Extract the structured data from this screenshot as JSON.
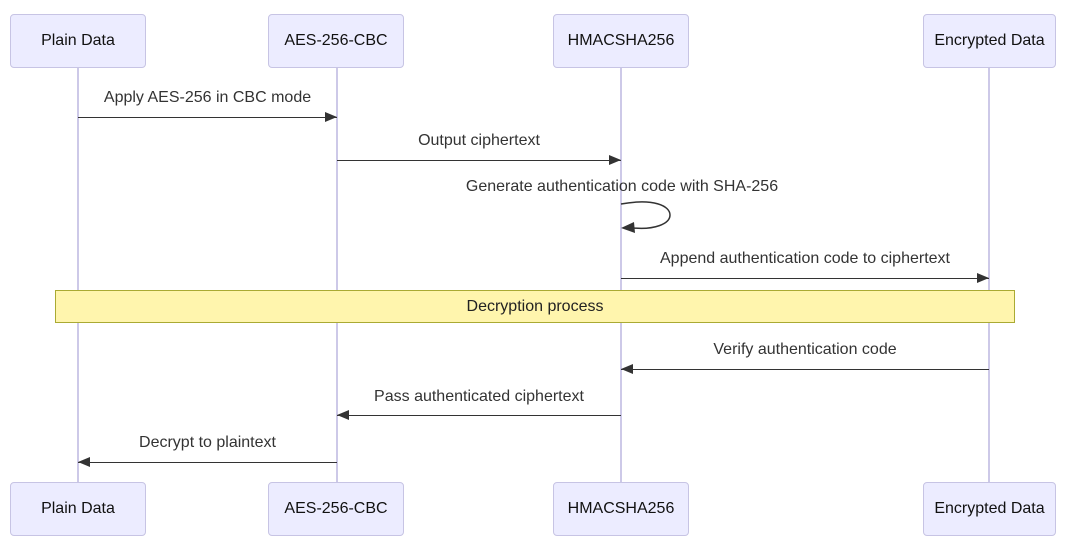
{
  "diagram": {
    "type": "sequence-diagram",
    "actors": [
      {
        "name": "Plain Data"
      },
      {
        "name": "AES-256-CBC"
      },
      {
        "name": "HMACSHA256"
      },
      {
        "name": "Encrypted Data"
      }
    ],
    "messages": [
      {
        "from": "Plain Data",
        "to": "AES-256-CBC",
        "label": "Apply AES-256 in CBC mode",
        "type": "solid-arrow-right"
      },
      {
        "from": "AES-256-CBC",
        "to": "HMACSHA256",
        "label": "Output ciphertext",
        "type": "solid-arrow-right"
      },
      {
        "from": "HMACSHA256",
        "to": "HMACSHA256",
        "label": "Generate authentication code with SHA-256",
        "type": "self-loop"
      },
      {
        "from": "HMACSHA256",
        "to": "Encrypted Data",
        "label": "Append authentication code to ciphertext",
        "type": "solid-arrow-right"
      },
      {
        "from": "Encrypted Data",
        "to": "HMACSHA256",
        "label": "Verify authentication code",
        "type": "solid-arrow-left"
      },
      {
        "from": "HMACSHA256",
        "to": "AES-256-CBC",
        "label": "Pass authenticated ciphertext",
        "type": "solid-arrow-left"
      },
      {
        "from": "AES-256-CBC",
        "to": "Plain Data",
        "label": "Decrypt to plaintext",
        "type": "solid-arrow-left"
      }
    ],
    "note": {
      "label": "Decryption process",
      "span": "over all actors"
    },
    "colors": {
      "actor_fill": "#ECECFF",
      "actor_border": "#C7C4E4",
      "lifeline": "#CDC9E8",
      "message_line": "#333333",
      "message_text": "#333333",
      "note_fill": "#FFF5AD",
      "note_border": "#AAAA33",
      "background": "#FFFFFF"
    }
  }
}
